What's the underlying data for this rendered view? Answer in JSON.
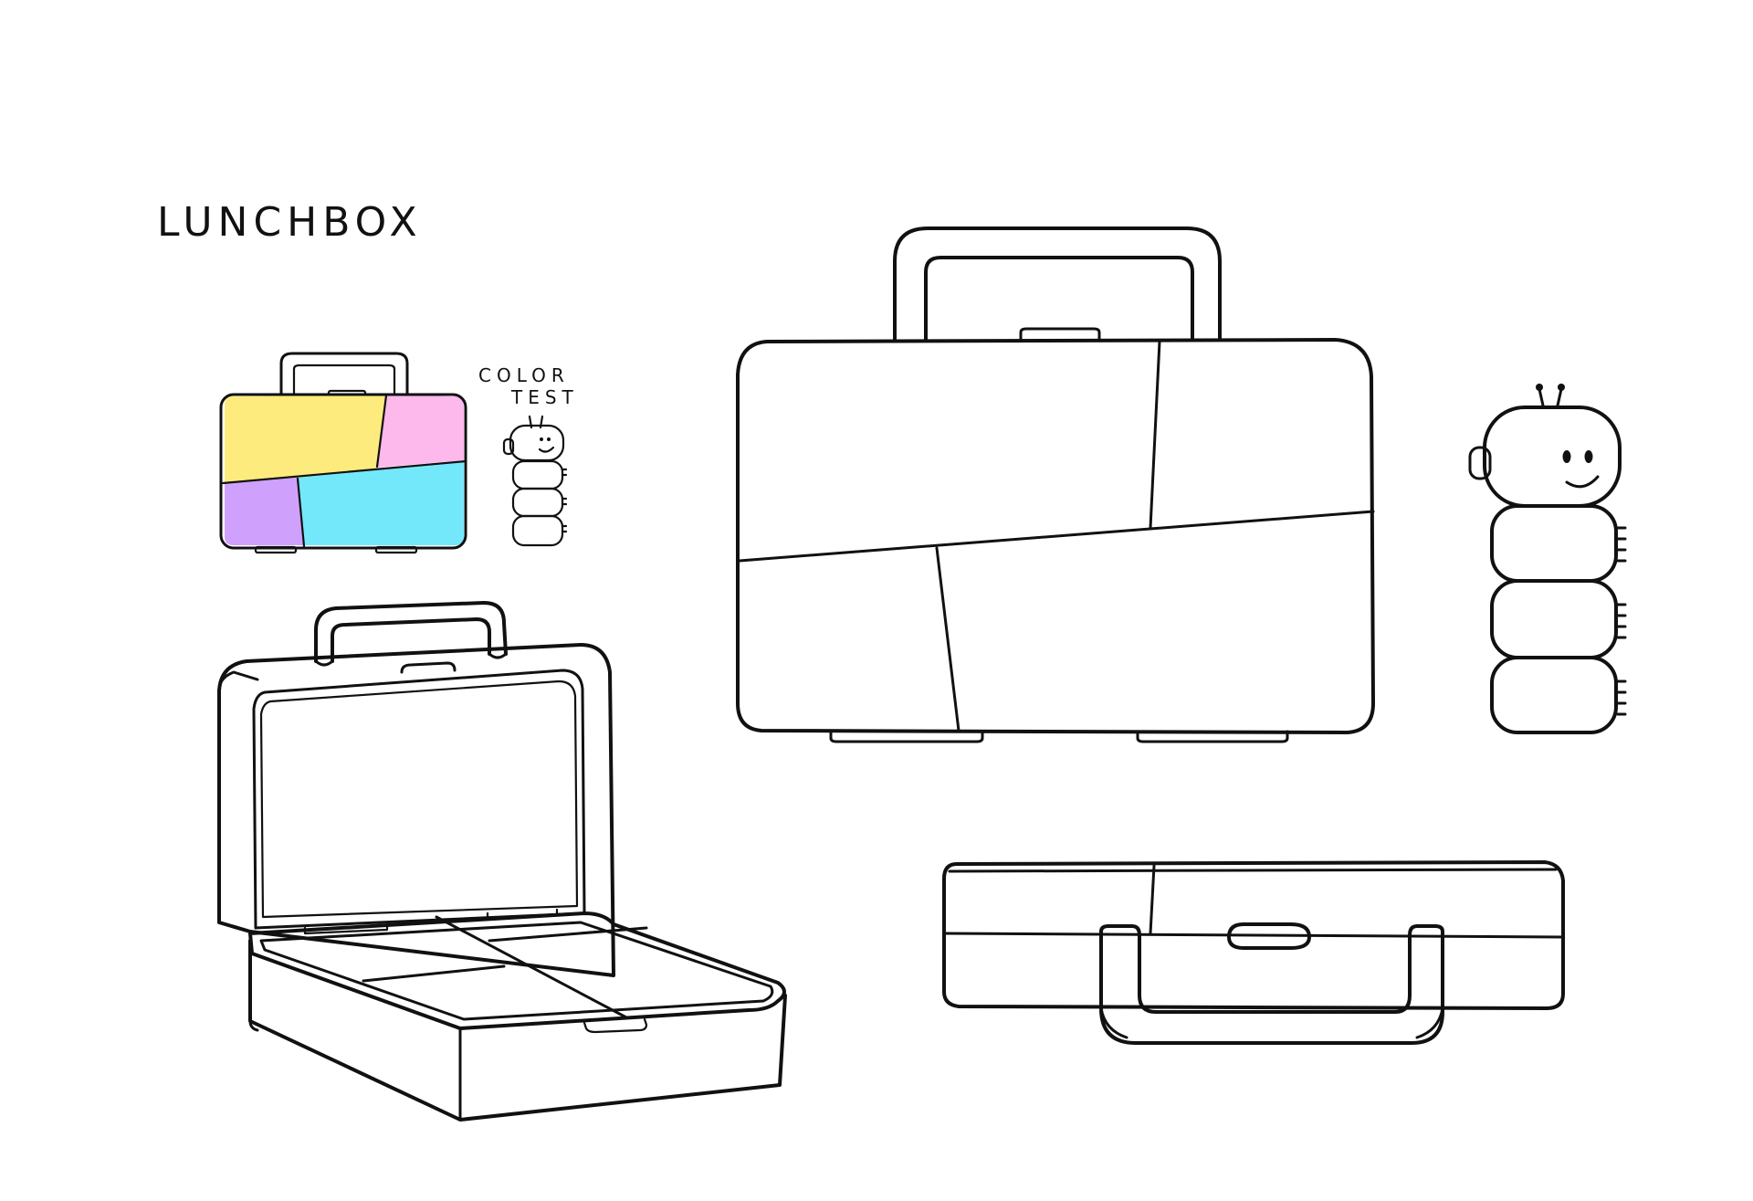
{
  "title": "LUNCHBOX",
  "color_test_label_line1": "COLOR",
  "color_test_label_line2": "TEST",
  "colors": {
    "yellow": "#fdec7d",
    "pink": "#fdb8ec",
    "purple": "#cfa1fc",
    "cyan": "#74e8fb",
    "handle_purple": "#c9a0fb",
    "latch_gold": "#d6b34a",
    "latch_teal": "#5fb6c8",
    "ink": "#111111",
    "paper": "#ffffff"
  }
}
